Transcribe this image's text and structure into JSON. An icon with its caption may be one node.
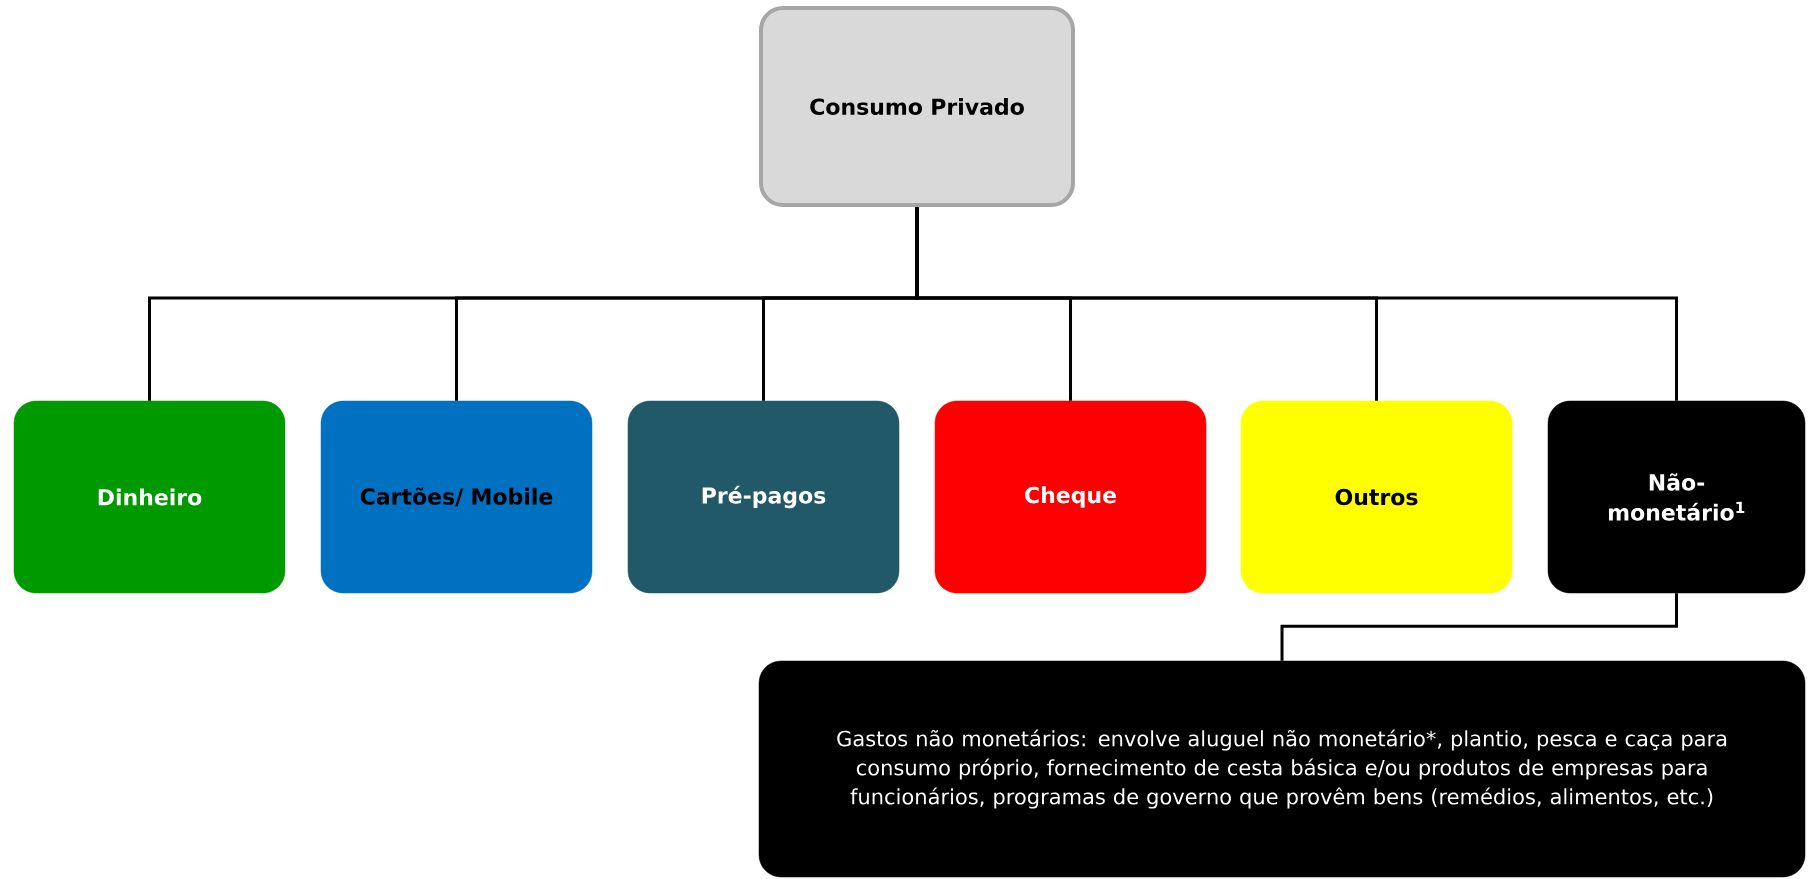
{
  "diagram": {
    "nodes": [
      {
        "text": [
          "Consumo Privado"
        ]
      },
      {
        "text": [
          "Dinheiro"
        ]
      },
      {
        "text": [
          "Cartões/ Mobile"
        ]
      },
      {
        "text": [
          "Pré-pagos"
        ]
      },
      {
        "text": [
          "Cheque"
        ]
      },
      {
        "text": [
          "Outros"
        ]
      },
      {
        "text": [
          "Não-monetário$^{1}$"
        ]
      },
      {
        "text": [
          "Gastos não monetários: envolve aluguel não monetário*, plantio, pesca e caça para consumo próprio, fornecimento de cesta básica e/ou produtos de empresas para funcionários, programas de governo que provêm bens (remédios, alimentos, etc.)"
        ]
      }
    ],
    "edges": [
      {
        "from": 0,
        "to": 1,
        "arrow": "none"
      },
      {
        "from": 0,
        "to": 2,
        "arrow": "none"
      },
      {
        "from": 0,
        "to": 3,
        "arrow": "none"
      },
      {
        "from": 0,
        "to": 4,
        "arrow": "none"
      },
      {
        "from": 0,
        "to": 5,
        "arrow": "none"
      },
      {
        "from": 0,
        "to": 6,
        "arrow": "none"
      },
      {
        "from": 6,
        "to": 7,
        "arrow": "none"
      }
    ]
  }
}
